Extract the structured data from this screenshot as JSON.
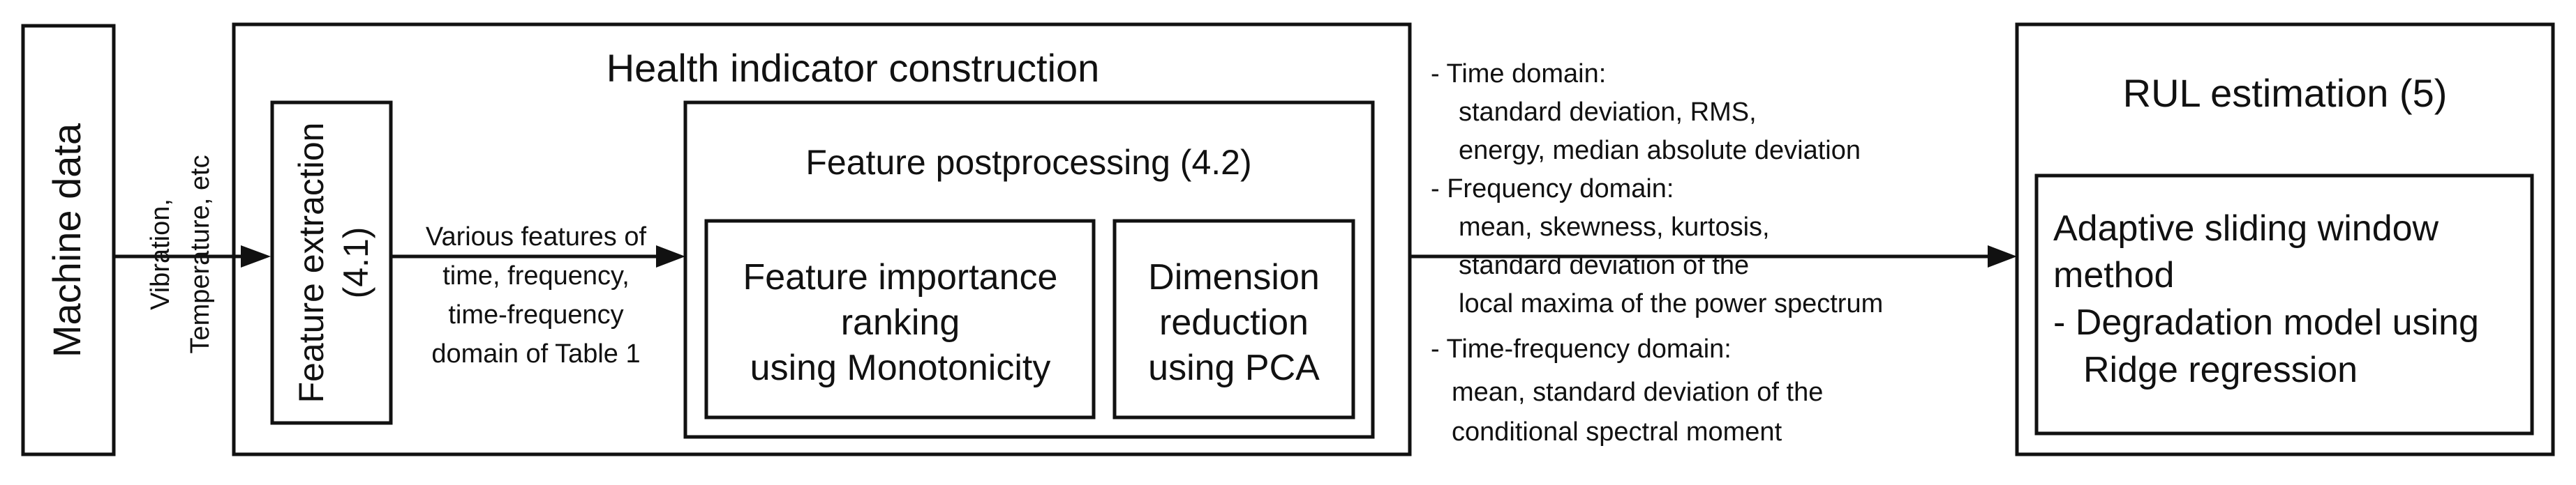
{
  "machine_data": {
    "label": "Machine data",
    "input_line1": "Vibration,",
    "input_line2": "Temperature, etc"
  },
  "health_indicator": {
    "title": "Health indicator construction",
    "feature_extraction": {
      "line1": "Feature extraction",
      "line2": "(4.1)"
    },
    "features_note": [
      "Various features of",
      "time, frequency,",
      "time-frequency",
      "domain of Table 1"
    ],
    "postprocessing": {
      "title": "Feature postprocessing (4.2)",
      "importance": [
        "Feature importance",
        "ranking",
        "using Monotonicity"
      ],
      "dimension": [
        "Dimension",
        "reduction",
        "using PCA"
      ]
    }
  },
  "feature_list": [
    "- Time domain:",
    "standard deviation, RMS,",
    "energy, median absolute deviation",
    "- Frequency domain:",
    "mean, skewness, kurtosis,",
    "standard deviation of the",
    "local maxima of the power spectrum",
    "- Time-frequency domain:",
    "mean, standard deviation of the",
    "conditional spectral moment"
  ],
  "rul": {
    "title": "RUL estimation (5)",
    "lines": [
      "Adaptive sliding window",
      "method",
      "- Degradation model using",
      "Ridge regression"
    ]
  }
}
